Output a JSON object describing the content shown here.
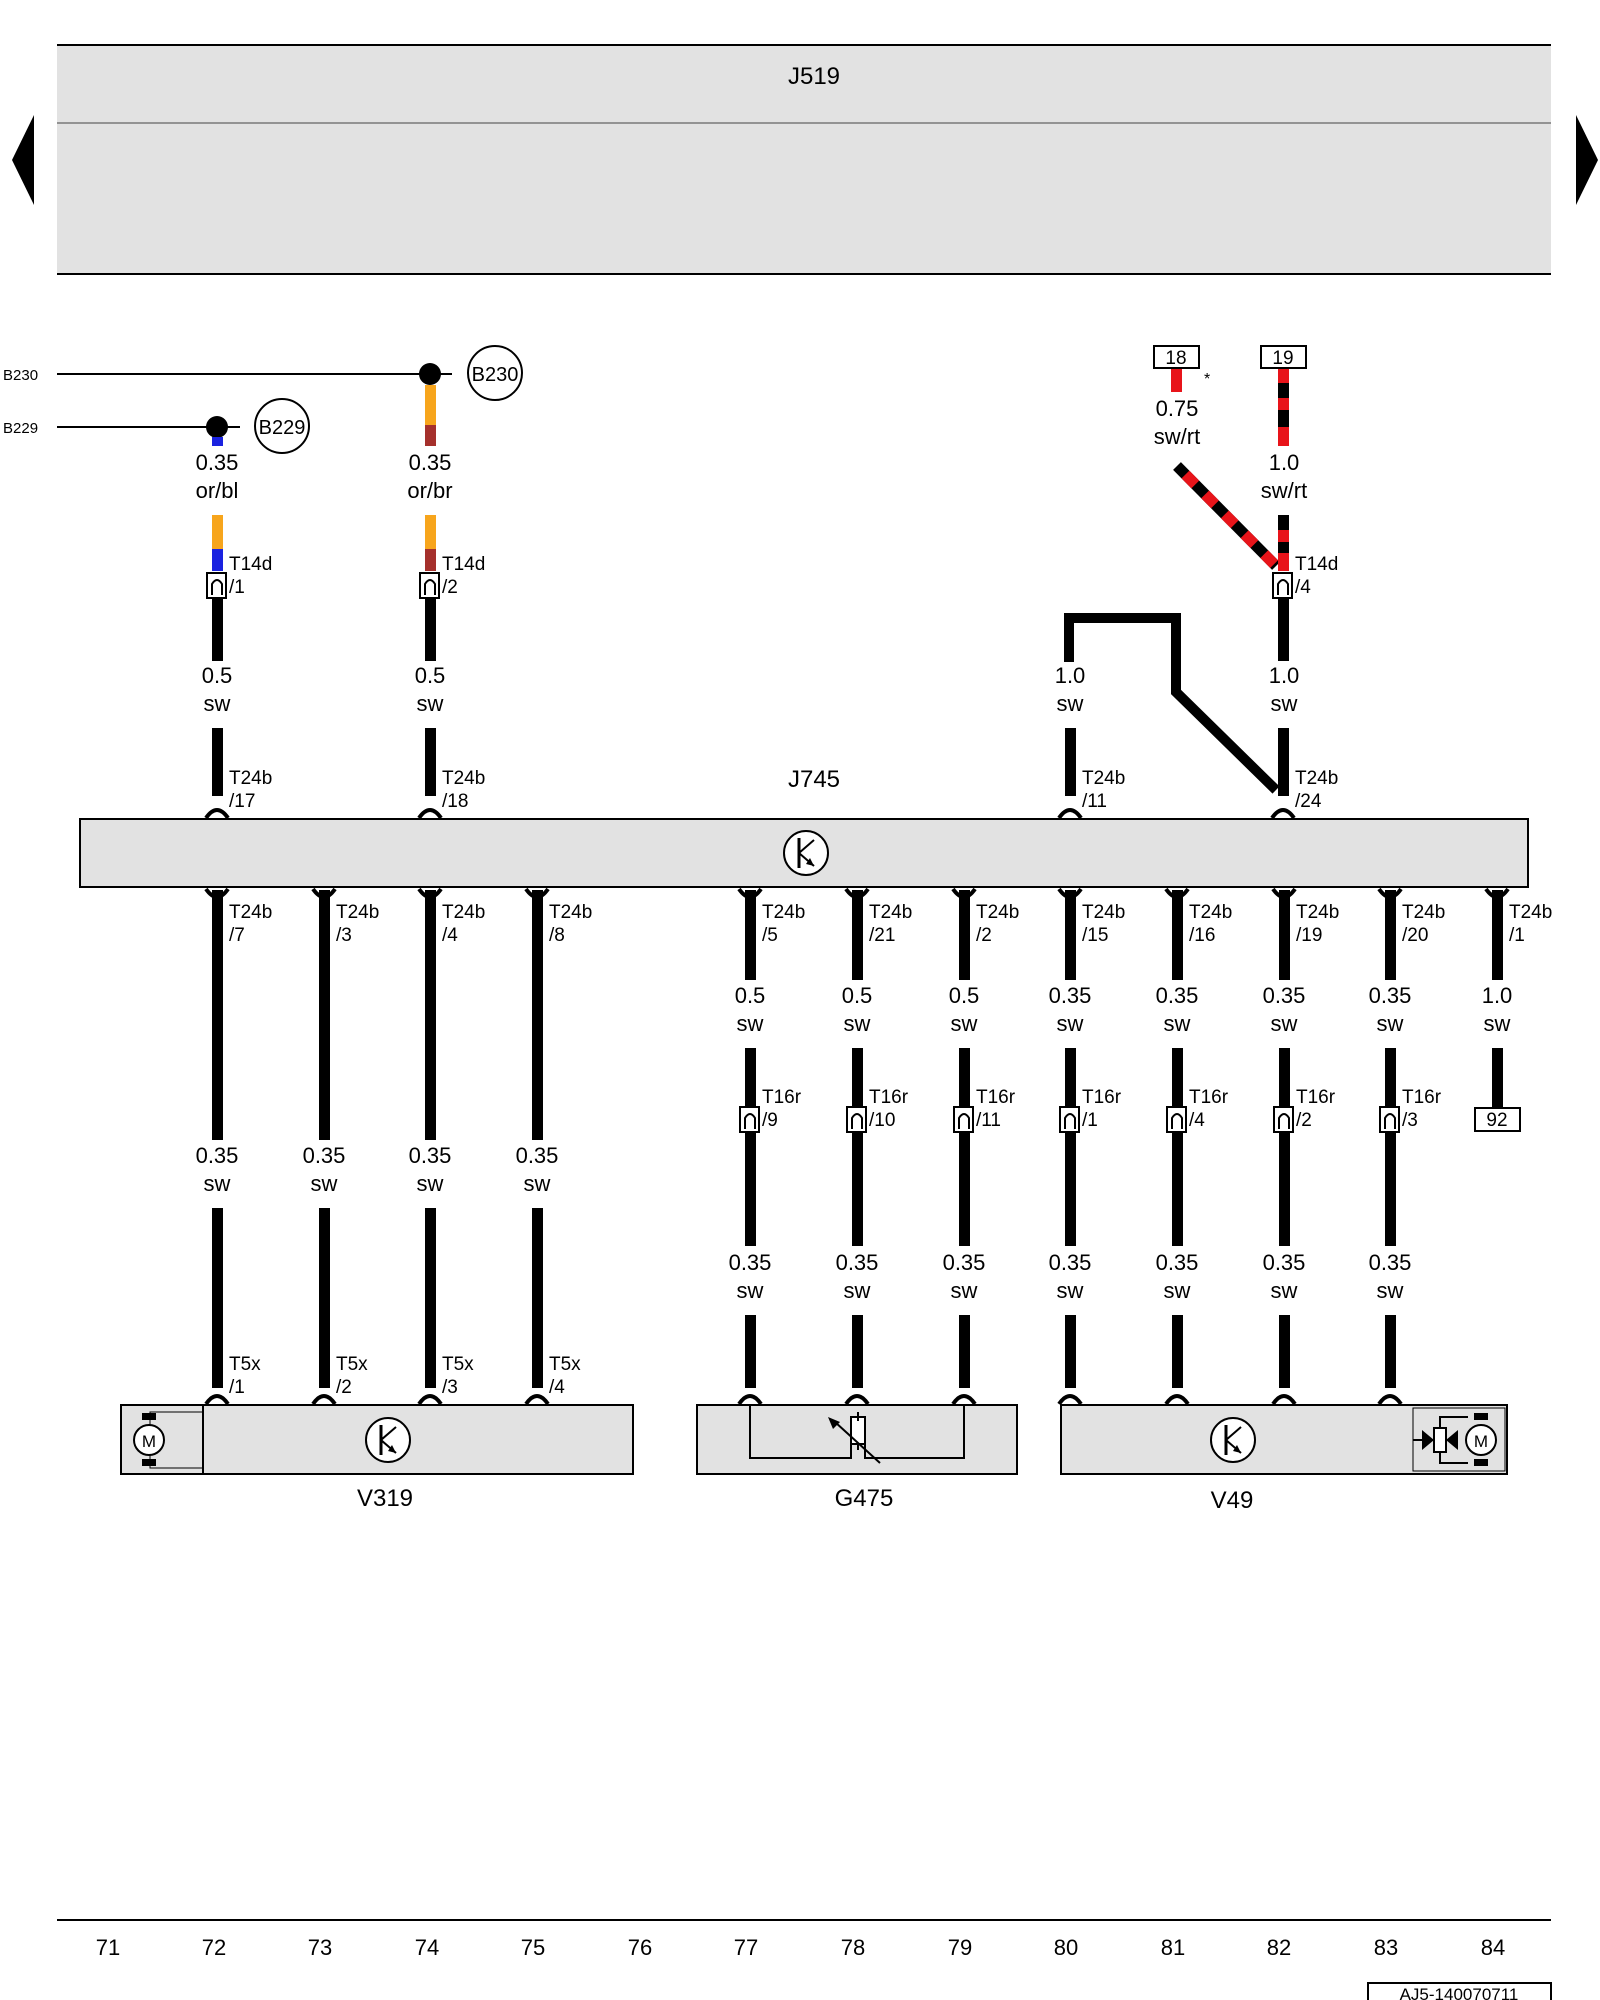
{
  "header": {
    "j519": "J519"
  },
  "nav": {
    "prev_icon": "triangle-left",
    "next_icon": "triangle-right"
  },
  "ground_lines": [
    {
      "label": "B230",
      "circle_label": "B230"
    },
    {
      "label": "B229",
      "circle_label": "B229"
    }
  ],
  "fuses": {
    "f18": "18",
    "f19": "19",
    "asterisk": "*"
  },
  "upper_wires": [
    {
      "id": "w72a",
      "size": "0.35",
      "color": "or/bl"
    },
    {
      "id": "w74a",
      "size": "0.35",
      "color": "or/br"
    },
    {
      "id": "w81a",
      "size": "0.75",
      "color": "sw/rt"
    },
    {
      "id": "w82a",
      "size": "1.0",
      "color": "sw/rt"
    },
    {
      "id": "w72b",
      "size": "0.5",
      "color": "sw"
    },
    {
      "id": "w74b",
      "size": "0.5",
      "color": "sw"
    },
    {
      "id": "w80b",
      "size": "1.0",
      "color": "sw"
    },
    {
      "id": "w82b",
      "size": "1.0",
      "color": "sw"
    }
  ],
  "t14d": [
    {
      "name": "T14d",
      "pin": "/1"
    },
    {
      "name": "T14d",
      "pin": "/2"
    },
    {
      "name": "T14d",
      "pin": "/4"
    }
  ],
  "j745": {
    "label": "J745",
    "top_pins": [
      {
        "name": "T24b",
        "pin": "/17"
      },
      {
        "name": "T24b",
        "pin": "/18"
      },
      {
        "name": "T24b",
        "pin": "/11"
      },
      {
        "name": "T24b",
        "pin": "/24"
      }
    ],
    "bottom_pins": [
      {
        "name": "T24b",
        "pin": "/7"
      },
      {
        "name": "T24b",
        "pin": "/3"
      },
      {
        "name": "T24b",
        "pin": "/4"
      },
      {
        "name": "T24b",
        "pin": "/8"
      },
      {
        "name": "T24b",
        "pin": "/5"
      },
      {
        "name": "T24b",
        "pin": "/21"
      },
      {
        "name": "T24b",
        "pin": "/2"
      },
      {
        "name": "T24b",
        "pin": "/15"
      },
      {
        "name": "T24b",
        "pin": "/16"
      },
      {
        "name": "T24b",
        "pin": "/19"
      },
      {
        "name": "T24b",
        "pin": "/20"
      },
      {
        "name": "T24b",
        "pin": "/1"
      }
    ]
  },
  "lower_wires_a": [
    {
      "size": "0.35",
      "color": "sw"
    },
    {
      "size": "0.35",
      "color": "sw"
    },
    {
      "size": "0.35",
      "color": "sw"
    },
    {
      "size": "0.35",
      "color": "sw"
    }
  ],
  "lower_wires_b1": [
    {
      "size": "0.5",
      "color": "sw"
    },
    {
      "size": "0.5",
      "color": "sw"
    },
    {
      "size": "0.5",
      "color": "sw"
    },
    {
      "size": "0.35",
      "color": "sw"
    },
    {
      "size": "0.35",
      "color": "sw"
    },
    {
      "size": "0.35",
      "color": "sw"
    },
    {
      "size": "0.35",
      "color": "sw"
    },
    {
      "size": "1.0",
      "color": "sw"
    }
  ],
  "t16r": [
    {
      "name": "T16r",
      "pin": "/9"
    },
    {
      "name": "T16r",
      "pin": "/10"
    },
    {
      "name": "T16r",
      "pin": "/11"
    },
    {
      "name": "T16r",
      "pin": "/1"
    },
    {
      "name": "T16r",
      "pin": "/4"
    },
    {
      "name": "T16r",
      "pin": "/2"
    },
    {
      "name": "T16r",
      "pin": "/3"
    }
  ],
  "box92": "92",
  "lower_wires_b2": [
    {
      "size": "0.35",
      "color": "sw"
    },
    {
      "size": "0.35",
      "color": "sw"
    },
    {
      "size": "0.35",
      "color": "sw"
    },
    {
      "size": "0.35",
      "color": "sw"
    },
    {
      "size": "0.35",
      "color": "sw"
    },
    {
      "size": "0.35",
      "color": "sw"
    },
    {
      "size": "0.35",
      "color": "sw"
    }
  ],
  "t5x": [
    {
      "name": "T5x",
      "pin": "/1"
    },
    {
      "name": "T5x",
      "pin": "/2"
    },
    {
      "name": "T5x",
      "pin": "/3"
    },
    {
      "name": "T5x",
      "pin": "/4"
    }
  ],
  "components": {
    "v319": "V319",
    "g475": "G475",
    "v49": "V49",
    "motor": "M"
  },
  "footer": {
    "columns": [
      "71",
      "72",
      "73",
      "74",
      "75",
      "76",
      "77",
      "78",
      "79",
      "80",
      "81",
      "82",
      "83",
      "84"
    ],
    "code": "AJ5-140070711"
  },
  "colors": {
    "panel": "#e2e2e2",
    "wire": "#000000",
    "orange": "#f7a51c",
    "blue": "#1a22e0",
    "brown": "#a5302c",
    "red": "#e8141a"
  }
}
